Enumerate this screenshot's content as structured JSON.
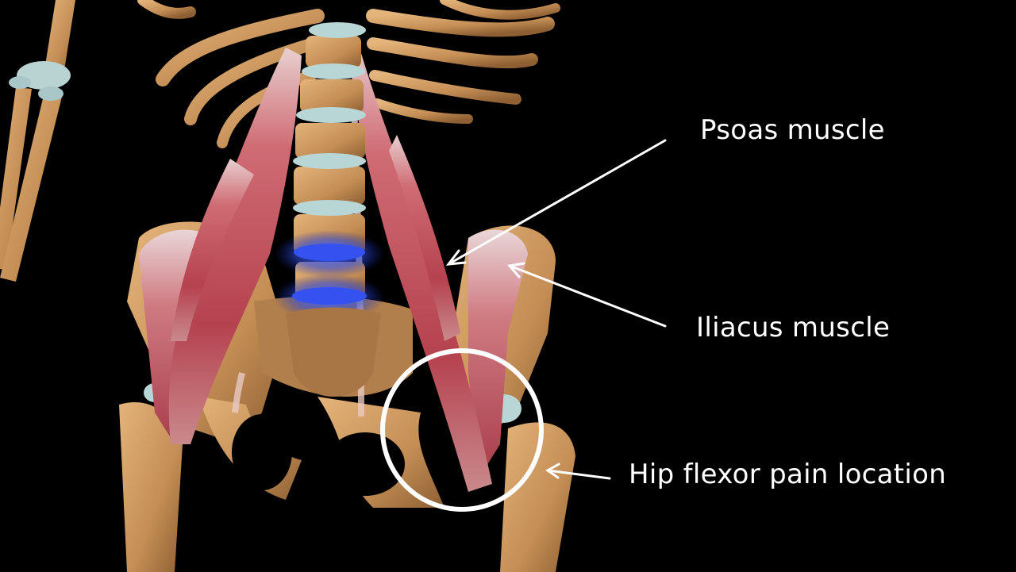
{
  "annotations": {
    "psoas": "Psoas muscle",
    "iliacus": "Iliacus muscle",
    "hip_pain": "Hip flexor pain location"
  },
  "colors": {
    "background": "#000000",
    "bone": "#c9975f",
    "muscle": "#b64a55",
    "disc": "#b9d6d6",
    "highlight": "#3a5cff",
    "annotation": "#ffffff"
  }
}
